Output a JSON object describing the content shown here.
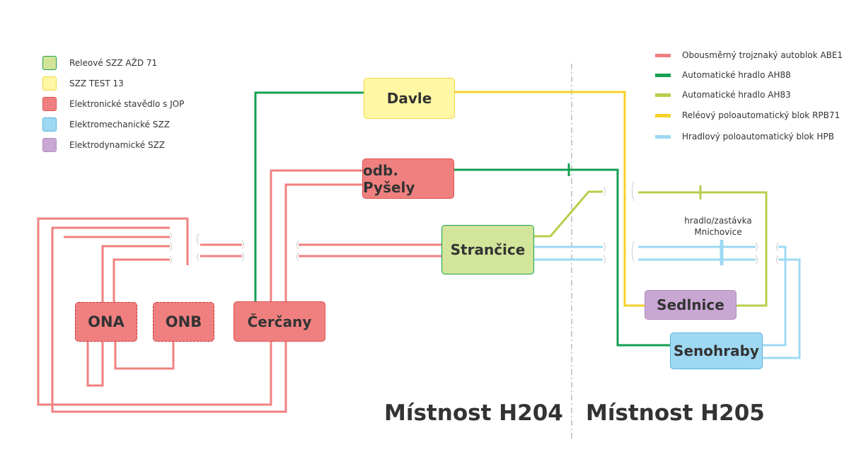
{
  "legend_szz": [
    {
      "label": "Releové SZZ AŽD 71",
      "fill": "#d2e59a",
      "border": "#18a04c"
    },
    {
      "label": "SZZ TEST 13",
      "fill": "#fff7a3",
      "border": "#f3d646"
    },
    {
      "label": "Elektronické stavědlo s JOP",
      "fill": "#f08080",
      "border": "#e05050"
    },
    {
      "label": "Elektromechanické SZZ",
      "fill": "#9ed8f2",
      "border": "#5ab4e0"
    },
    {
      "label": "Elektrodynamické SZZ",
      "fill": "#c9a7d3",
      "border": "#b08cc0"
    }
  ],
  "legend_lines": [
    {
      "label": "Obousměrný trojznaký autoblok ABE1",
      "color": "#f08080"
    },
    {
      "label": "Automatické hradlo AH88",
      "color": "#14a052"
    },
    {
      "label": "Automatické hradlo AH83",
      "color": "#b5cf4b"
    },
    {
      "label": "Reléový poloautomatický blok RPB71",
      "color": "#f5d12a"
    },
    {
      "label": "Hradlový poloautomatický blok HPB",
      "color": "#9ed8f2"
    }
  ],
  "stations": {
    "davle": {
      "label": "Davle",
      "fill": "#fff7a3",
      "border": "#f3d646"
    },
    "pysely": {
      "label": "odb. Pyšely",
      "fill": "#f08080",
      "border": "#e05050"
    },
    "strancice": {
      "label": "Strančice",
      "fill": "#d2e59a",
      "border": "#18a04c"
    },
    "ona": {
      "label": "ONA",
      "fill": "#f08080",
      "border": "#e05050"
    },
    "onb": {
      "label": "ONB",
      "fill": "#f08080",
      "border": "#e05050"
    },
    "cercany": {
      "label": "Čerčany",
      "fill": "#f08080",
      "border": "#e05050"
    },
    "sedlnice": {
      "label": "Sedlnice",
      "fill": "#c9a7d3",
      "border": "#b08cc0"
    },
    "senohraby": {
      "label": "Senohraby",
      "fill": "#9ed8f2",
      "border": "#5ab4e0"
    }
  },
  "note": {
    "line1": "hradlo/zastávka",
    "line2": "Mnichovice"
  },
  "rooms": {
    "h204": "Místnost H204",
    "h205": "Místnost H205"
  }
}
